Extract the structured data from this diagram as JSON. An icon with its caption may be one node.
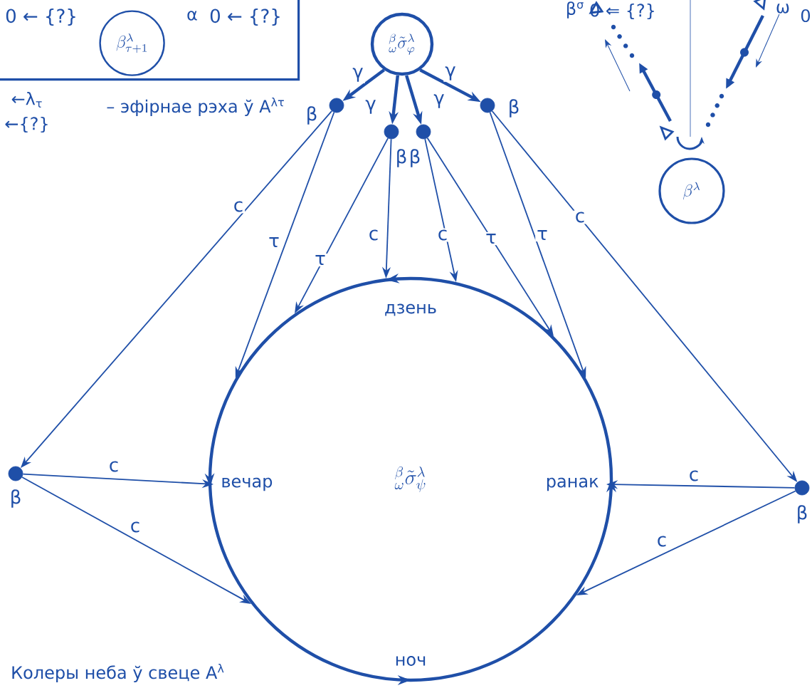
{
  "diagram": {
    "nodes": [
      {
        "text": [
          "{}^{\\beta}_{\\omega}\\tilde{\\sigma}^{\\lambda}_{\\varphi}"
        ]
      },
      {
        "text": [],
        "shape": "circle",
        "beside": [
          "β"
        ]
      },
      {
        "text": [],
        "shape": "circle",
        "beside": [
          "β"
        ]
      },
      {
        "text": [],
        "shape": "circle",
        "beside": [
          "β"
        ]
      },
      {
        "text": [],
        "shape": "circle",
        "beside": [
          "β"
        ]
      },
      {
        "text": [
          "{}^{\\beta}_{\\omega}\\tilde{\\sigma}^{\\lambda}_{\\psi}"
        ]
      },
      {
        "text": [
          "дзень"
        ],
        "in": 5
      },
      {
        "text": [
          "вечар"
        ],
        "in": 5
      },
      {
        "text": [
          "ранак"
        ],
        "in": 5
      },
      {
        "text": [
          "ноч"
        ],
        "in": 5
      },
      {
        "text": [],
        "shape": "circle",
        "beside": [
          "β"
        ]
      },
      {
        "text": [],
        "shape": "circle",
        "beside": [
          "β"
        ]
      },
      {
        "text": [
          "\\beta^{\\lambda}"
        ]
      },
      {
        "text": [
          "0 ← {?}",
          "0 ← {?}"
        ]
      },
      {
        "text": [
          "\\beta^{\\lambda}_{\\tau+1}"
        ],
        "in": 13
      }
    ],
    "edges": [
      {
        "from": 0,
        "to": 1,
        "arrow": "to",
        "label": "γ",
        "style": "thick"
      },
      {
        "from": 0,
        "to": 2,
        "arrow": "to",
        "label": "γ",
        "style": "thick"
      },
      {
        "from": 0,
        "to": 3,
        "arrow": "to",
        "label": "γ",
        "style": "thick"
      },
      {
        "from": 0,
        "to": 4,
        "arrow": "to",
        "label": "γ",
        "style": "thick"
      },
      {
        "from": 1,
        "to": 10,
        "arrow": "to",
        "label": "c"
      },
      {
        "from": 1,
        "to": 5,
        "arrow": "to",
        "label": "τ"
      },
      {
        "from": 2,
        "to": 5,
        "arrow": "to",
        "label": "τ"
      },
      {
        "from": 2,
        "to": 5,
        "arrow": "to",
        "label": "c"
      },
      {
        "from": 3,
        "to": 5,
        "arrow": "to",
        "label": "c"
      },
      {
        "from": 3,
        "to": 5,
        "arrow": "to",
        "label": "τ"
      },
      {
        "from": 4,
        "to": 5,
        "arrow": "to",
        "label": "τ"
      },
      {
        "from": 4,
        "to": 11,
        "arrow": "to",
        "label": "c"
      },
      {
        "from": 10,
        "to": 7,
        "arrow": "to",
        "label": "c"
      },
      {
        "from": 10,
        "to": 5,
        "arrow": "to",
        "label": "c"
      },
      {
        "from": 11,
        "to": 8,
        "arrow": "to",
        "label": "c"
      },
      {
        "from": 11,
        "to": 5,
        "arrow": "to",
        "label": "c"
      }
    ],
    "labels": [
      "α",
      "β$^{σ}$",
      "0 ⇐ {?}",
      "ω",
      "0",
      "←λ$_{τ}$",
      "←{?}",
      "– эфірнае рэха ў A$^{λτ}$",
      "Колеры неба ў свеце A$^{λ}$"
    ]
  }
}
